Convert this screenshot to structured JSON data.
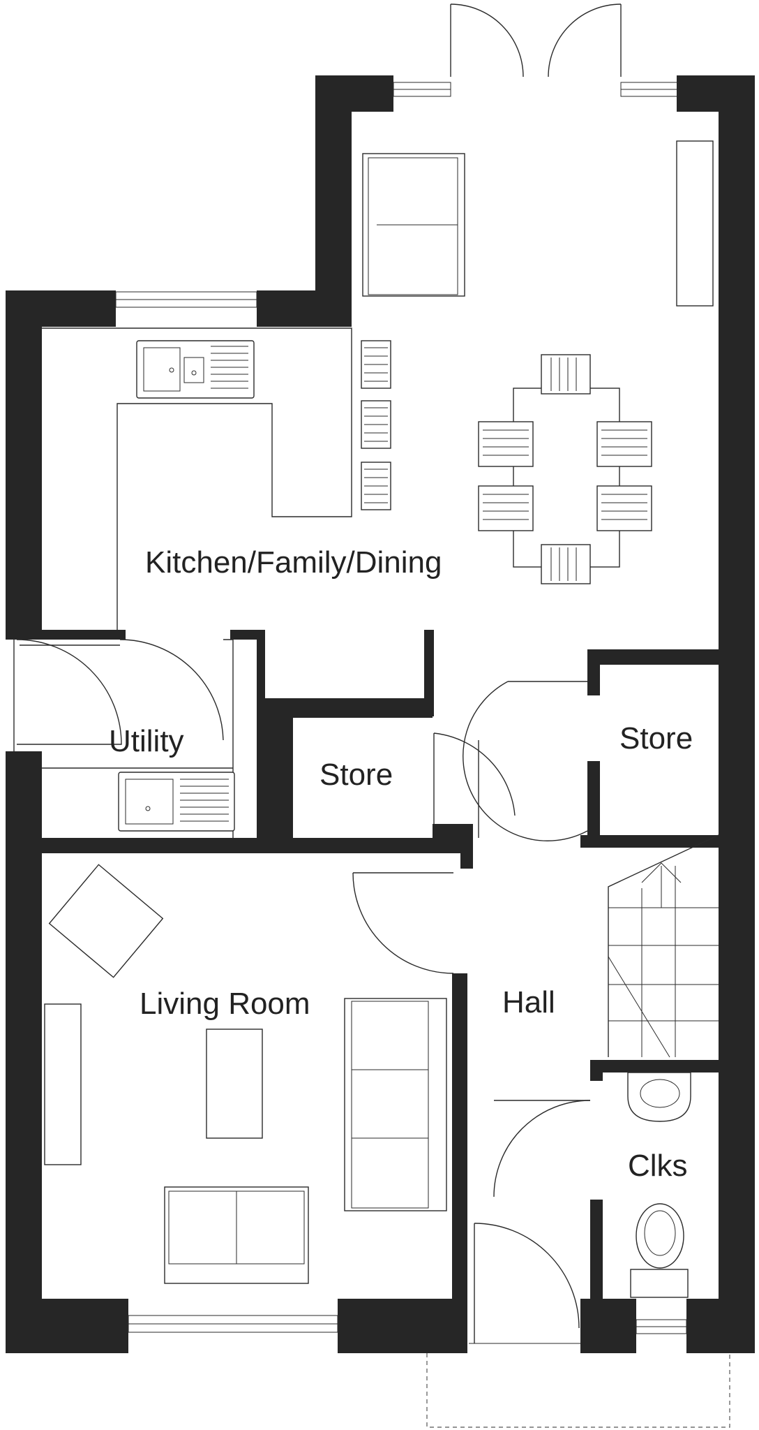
{
  "rooms": {
    "kitchen_family_dining": "Kitchen/Family/Dining",
    "utility": "Utility",
    "store_inner": "Store",
    "store_right": "Store",
    "living_room": "Living Room",
    "hall": "Hall",
    "clks": "Clks"
  },
  "colors": {
    "wall": "#262626",
    "line": "#2a2a2a",
    "background": "#ffffff"
  }
}
